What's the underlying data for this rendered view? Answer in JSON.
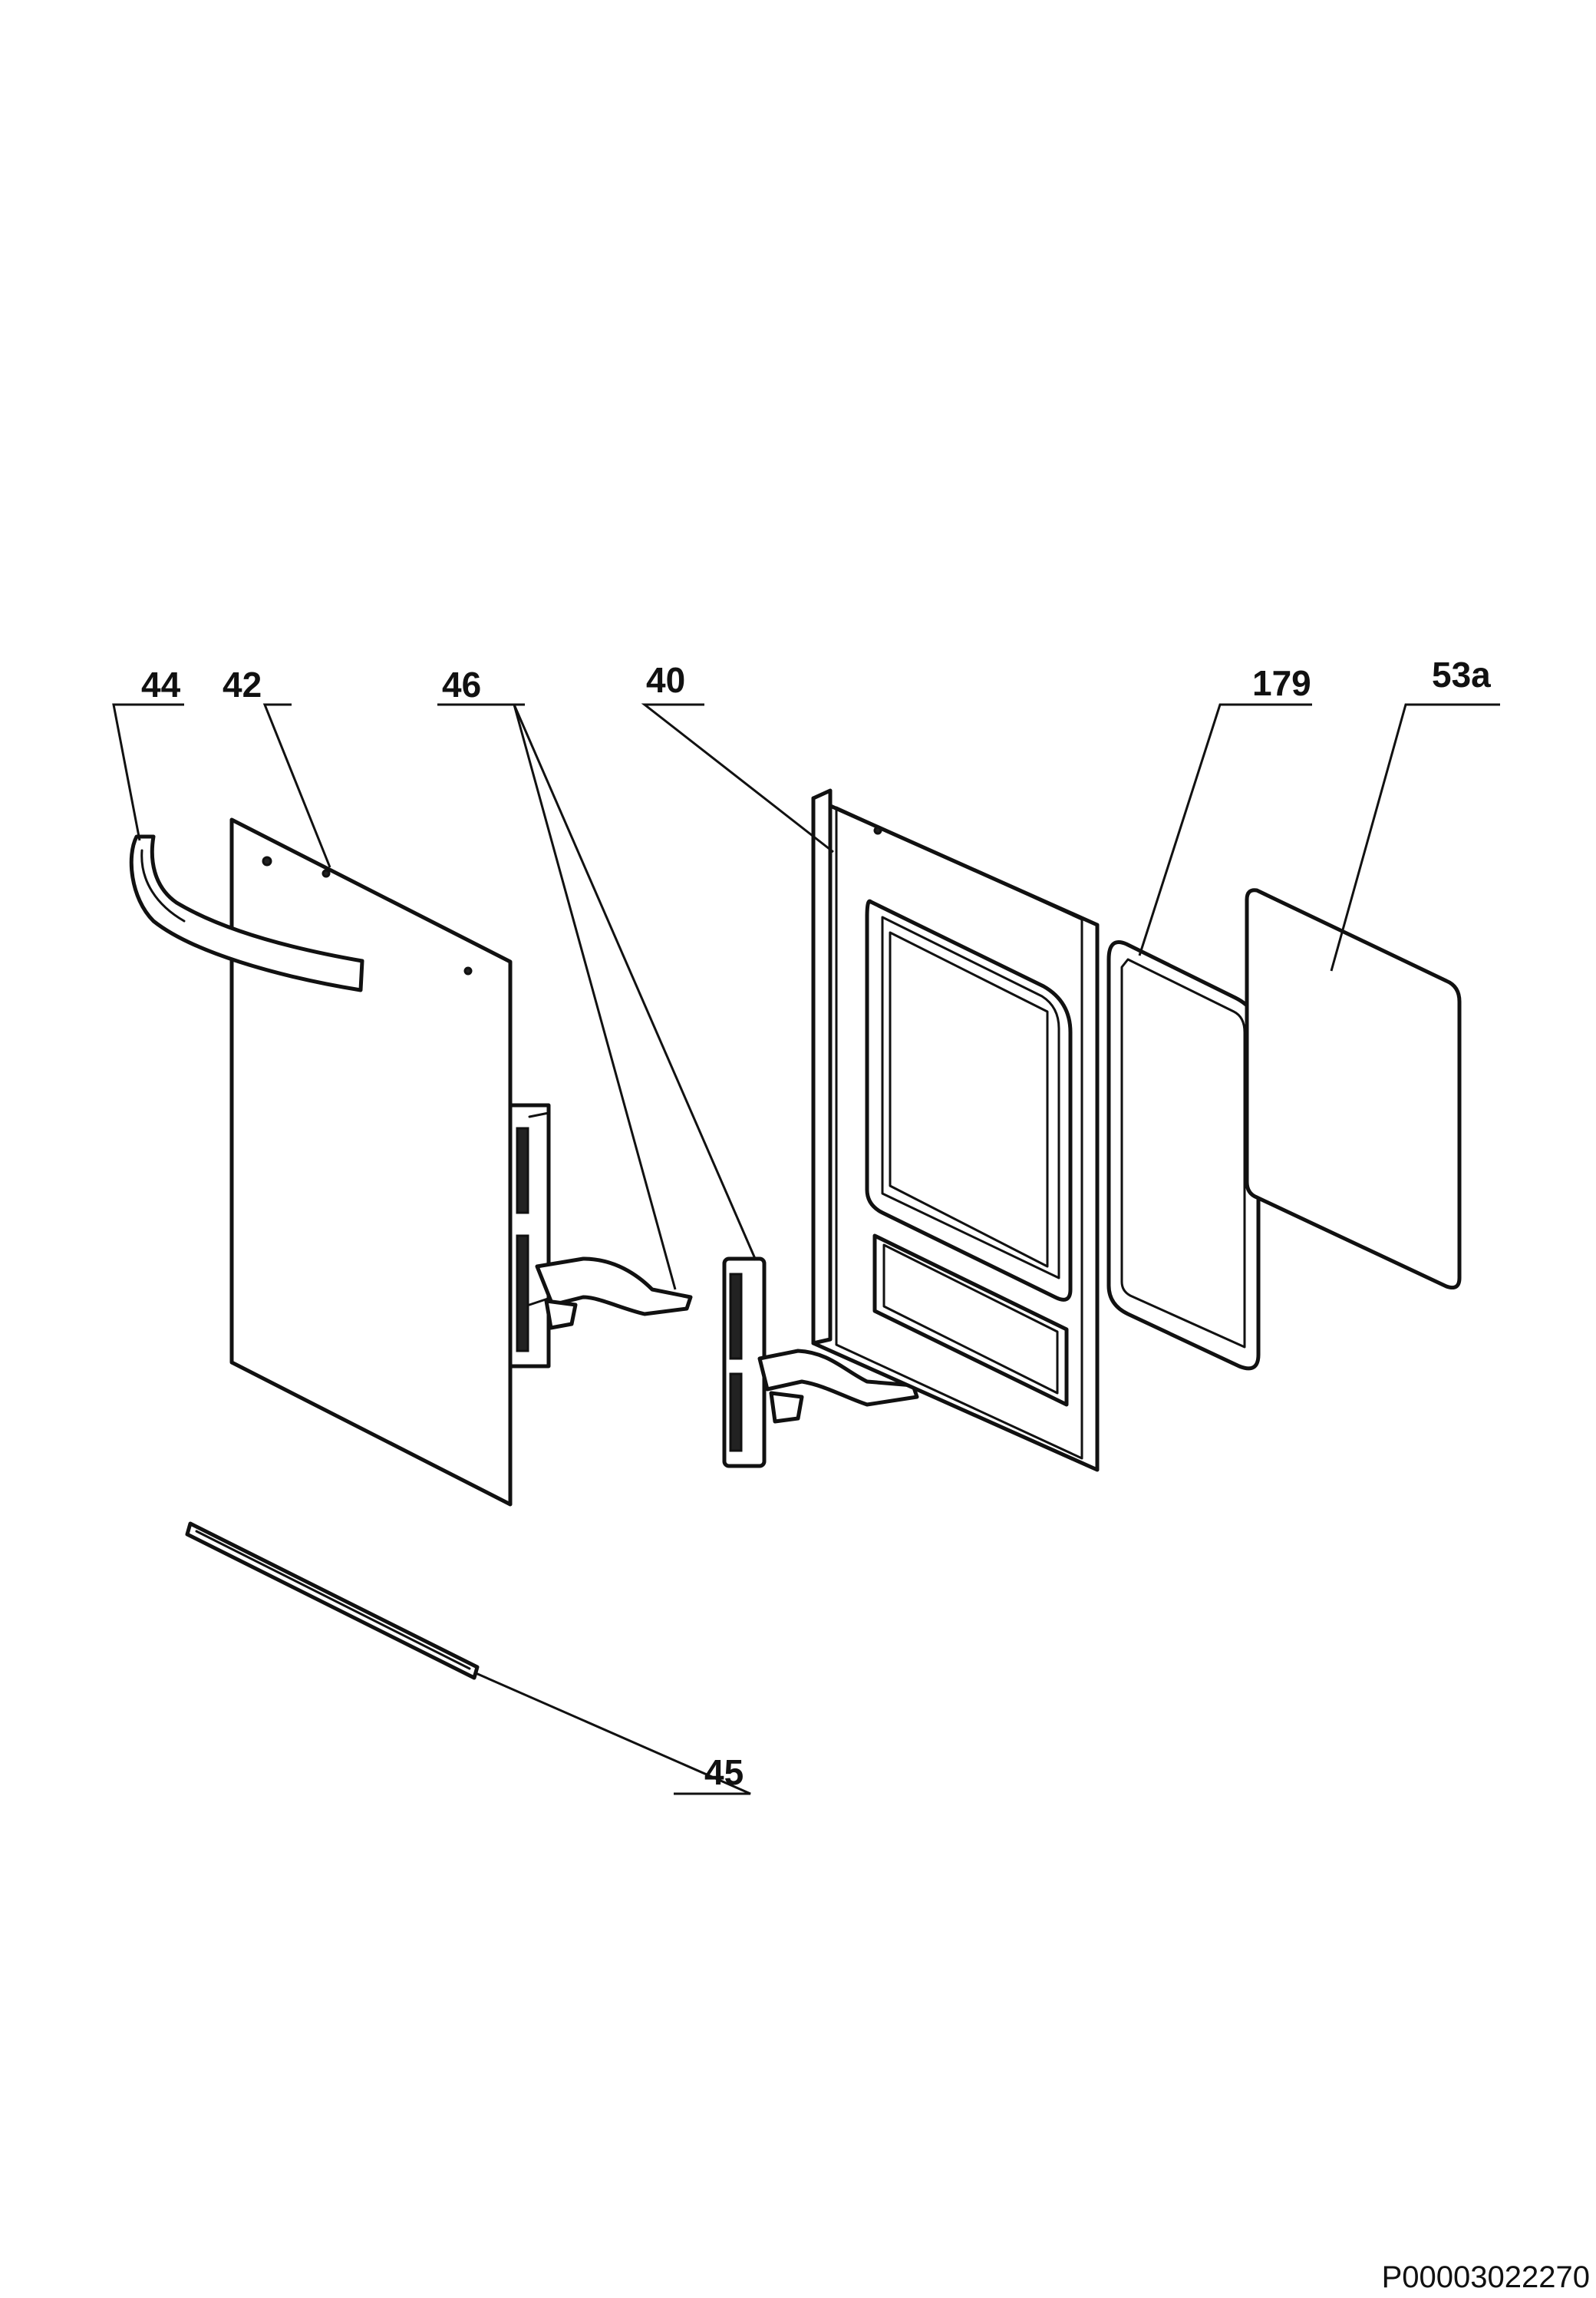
{
  "diagram": {
    "callouts": {
      "handle": "44",
      "outer_door_panel": "42",
      "hinges": "46",
      "inner_door_frame": "40",
      "glass_seal": "179",
      "inner_glass": "53a",
      "bottom_strip": "45"
    },
    "reference_code": "P00003022270"
  }
}
